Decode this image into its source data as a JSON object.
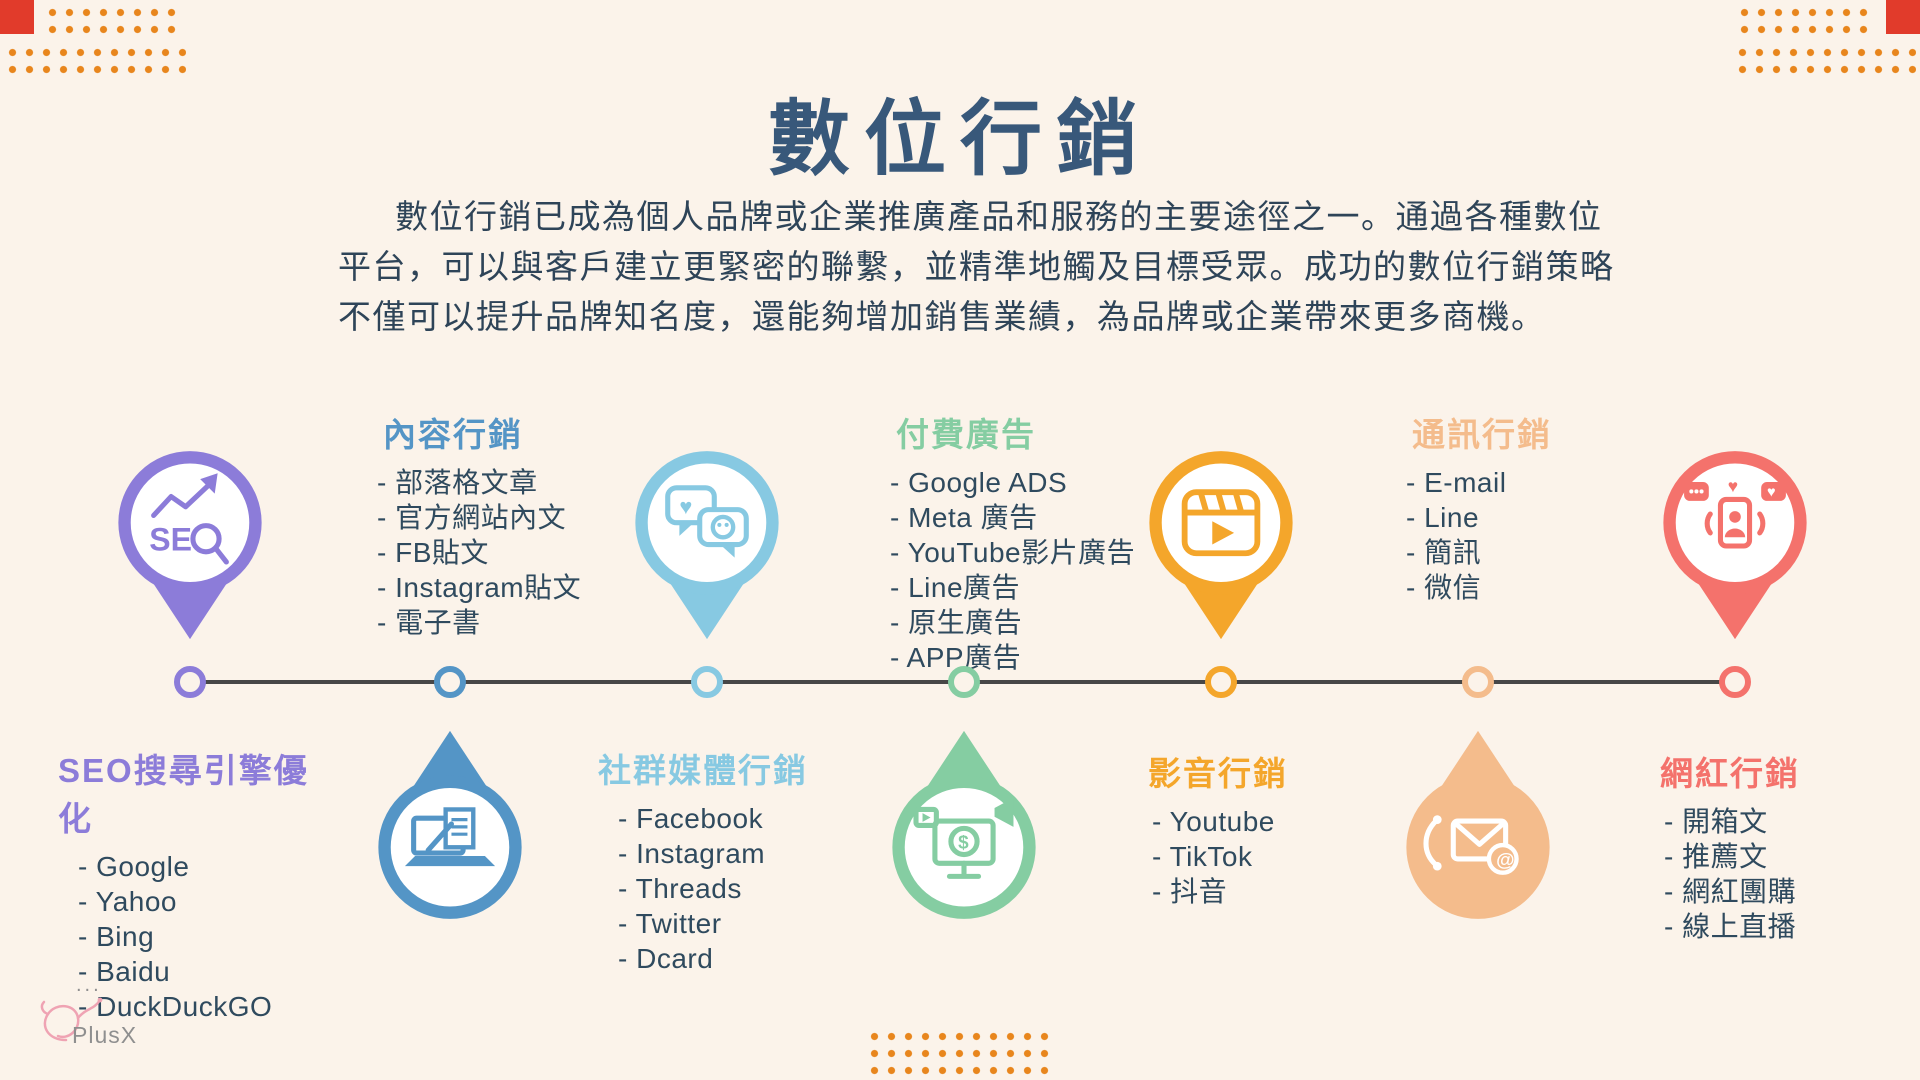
{
  "page": {
    "title": "數位行銷",
    "intro": [
      "數位行銷已成為個人品牌或企業推廣產品和服務的主要途徑之一。通過各種數位",
      "平台，可以與客戶建立更緊密的聯繫，並精準地觸及目標受眾。成功的數位行銷策略",
      "不僅可以提升品牌知名度，還能夠增加銷售業績，為品牌或企業帶來更多商機。"
    ]
  },
  "columns": [
    {
      "title": "SEO搜尋引擎優化",
      "color": "#8C7CD9",
      "marker": "pin-above",
      "icon": "seo-magnifier-chart",
      "items": [
        "- Google",
        "- Yahoo",
        "- Bing",
        "- Baidu",
        "- DuckDuckGO"
      ]
    },
    {
      "title": "內容行銷",
      "color": "#5495C6",
      "marker": "drop-below",
      "icon": "laptop-writing",
      "items": [
        "- 部落格文章",
        "- 官方網站內文",
        "- FB貼文",
        "- Instagram貼文",
        "- 電子書"
      ]
    },
    {
      "title": "社群媒體行銷",
      "color": "#87C9E2",
      "marker": "pin-above",
      "icon": "chat-bubbles",
      "items": [
        "- Facebook",
        "- Instagram",
        "- Threads",
        "- Twitter",
        "- Dcard"
      ]
    },
    {
      "title": "付費廣告",
      "color": "#85CDA2",
      "marker": "drop-below",
      "icon": "monitor-ads",
      "items": [
        "- Google ADS",
        "- Meta 廣告",
        "- YouTube影片廣告",
        "- Line廣告",
        "- 原生廣告",
        "- APP廣告"
      ]
    },
    {
      "title": "影音行銷",
      "color": "#F4A62B",
      "marker": "pin-above",
      "icon": "video-clapper",
      "items": [
        "- Youtube",
        "- TikTok",
        "- 抖音"
      ]
    },
    {
      "title": "通訊行銷",
      "color": "#F4BC8C",
      "marker": "drop-below",
      "icon": "mail-phone",
      "items": [
        "- E-mail",
        "- Line",
        "- 簡訊",
        "- 微信"
      ]
    },
    {
      "title": "網紅行銷",
      "color": "#F4726C",
      "marker": "pin-above",
      "icon": "influencer-phone",
      "items": [
        "- 開箱文",
        "- 推薦文",
        "- 網紅團購",
        "- 線上直播"
      ]
    }
  ],
  "icons": {
    "seo_text": "SE",
    "dollar": "$",
    "at": "@",
    "heart": "♥"
  },
  "logo": {
    "text": "PlusX",
    "dots": "..."
  },
  "colors": {
    "background": "#FBF3EA",
    "title_navy": "#38587A",
    "body_text": "#2E4458",
    "timeline_line": "#474747",
    "corner_square": "#E13B2B",
    "dot_accent": "#E8861D"
  }
}
